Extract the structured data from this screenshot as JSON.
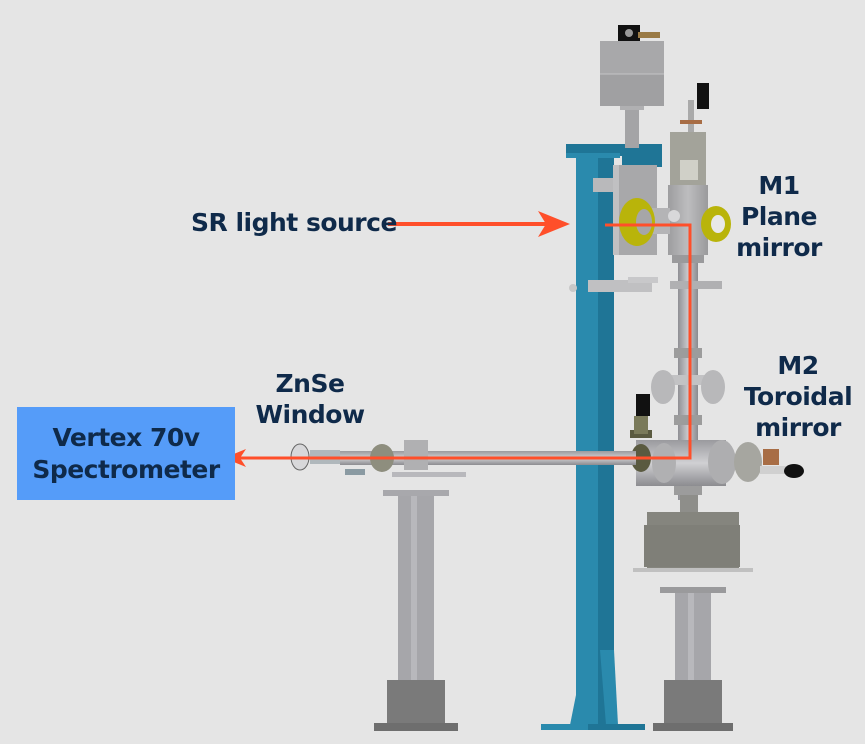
{
  "diagram": {
    "labels": {
      "sr_source": "SR light source",
      "m1": [
        "M1",
        "Plane",
        "mirror"
      ],
      "m2": [
        "M2",
        "Toroidal",
        "mirror"
      ],
      "znse": [
        "ZnSe",
        "Window"
      ],
      "spectrometer": [
        "Vertex 70v",
        "Spectrometer"
      ]
    },
    "colors": {
      "background": "#e5e5e5",
      "beam": "#ff4f2a",
      "label_text": "#0f2a4a",
      "spectrometer_box": "#559cf9",
      "support_column": "#2a8aad",
      "flange": "#b9b40a",
      "steel": "#a9a9ad"
    }
  }
}
